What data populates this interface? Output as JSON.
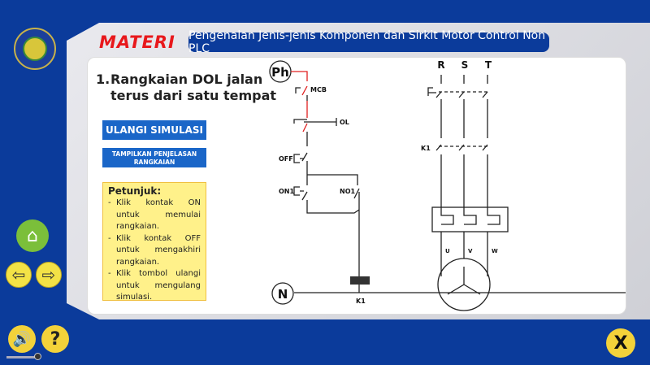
{
  "header": {
    "section": "MATERI",
    "title": "Pengenalan Jenis-jenis Komponen dan Sirkit Motor Control Non PLC"
  },
  "main": {
    "heading_num": "1.",
    "heading_line1": "Rangkaian DOL jalan",
    "heading_line2": "terus dari satu tempat",
    "replay_button": "ULANGI SIMULASI",
    "explain_button": "TAMPILKAN PENJELASAN RANGKAIAN",
    "hint": {
      "title": "Petunjuk:",
      "items": [
        "Klik kontak ON untuk memulai rangkaian.",
        "Klik kontak OFF untuk mengakhiri rangkaian.",
        "Klik tombol ulangi untuk mengulang simulasi."
      ]
    }
  },
  "diagram": {
    "phase": "Ph",
    "neutral": "N",
    "mcb": "MCB",
    "ol": "OL",
    "off": "OFF",
    "on1": "ON1",
    "no1": "NO1",
    "k1": "K1",
    "k1_main": "K1",
    "lines": [
      "R",
      "S",
      "T"
    ],
    "motor": [
      "U",
      "V",
      "W"
    ],
    "energized_color": "#e02020"
  },
  "nav": {
    "home": "home-icon",
    "prev": "arrow-left-icon",
    "next": "arrow-right-icon",
    "sound": "speaker-icon",
    "help": "?",
    "close": "X"
  }
}
